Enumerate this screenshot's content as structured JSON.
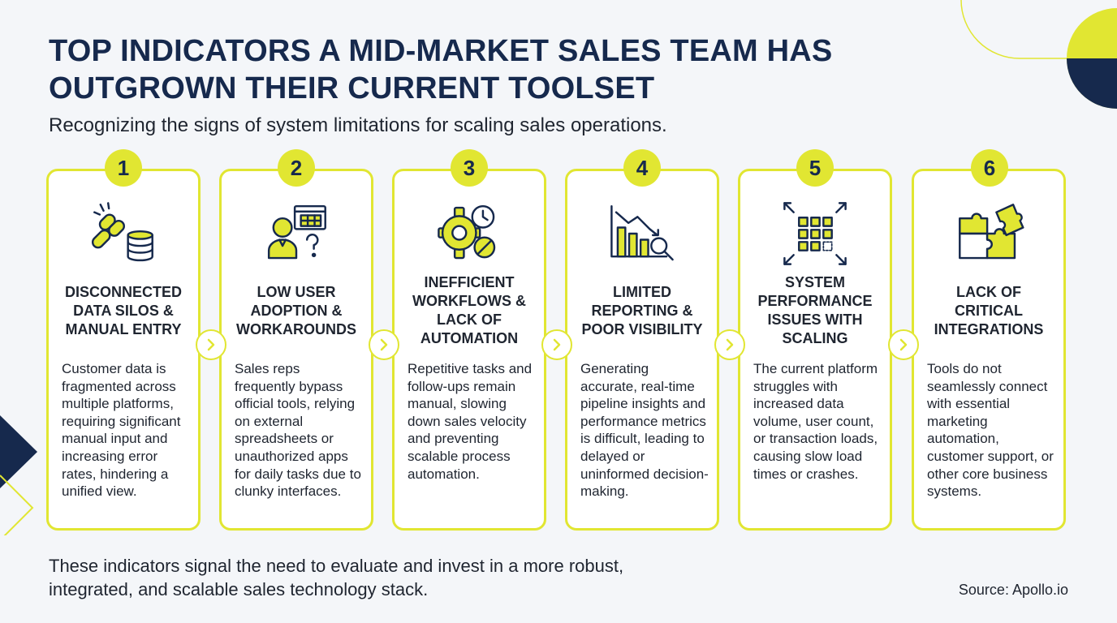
{
  "header": {
    "title_line1": "TOP INDICATORS A MID-MARKET SALES TEAM HAS",
    "title_line2": "OUTGROWN THEIR CURRENT TOOLSET",
    "subtitle": "Recognizing the signs of system limitations for scaling sales operations."
  },
  "cards": [
    {
      "number": "1",
      "icon": "broken-link-database-icon",
      "title": "DISCONNECTED DATA SILOS & MANUAL ENTRY",
      "description": "Customer data is fragmented across multiple platforms, requiring significant manual input and increasing error rates, hindering a unified view."
    },
    {
      "number": "2",
      "icon": "user-question-app-icon",
      "title": "LOW USER ADOPTION & WORKAROUNDS",
      "description": "Sales reps frequently bypass official tools, relying on external spreadsheets or unauthorized apps for daily tasks due to clunky interfaces."
    },
    {
      "number": "3",
      "icon": "gear-clock-blocked-icon",
      "title": "INEFFICIENT WORKFLOWS & LACK OF AUTOMATION",
      "description": "Repetitive tasks and follow-ups remain manual, slowing down sales velocity and preventing scalable process automation."
    },
    {
      "number": "4",
      "icon": "declining-chart-magnifier-icon",
      "title": "LIMITED REPORTING & POOR VISIBILITY",
      "description": "Generating accurate, real-time pipeline insights and performance metrics is difficult, leading to delayed or uninformed decision-making."
    },
    {
      "number": "5",
      "icon": "grid-expand-icon",
      "title": "SYSTEM PERFORMANCE ISSUES WITH SCALING",
      "description": "The current platform struggles with increased data volume, user count, or transaction loads, causing slow load times or crashes."
    },
    {
      "number": "6",
      "icon": "puzzle-missing-piece-icon",
      "title": "LACK OF CRITICAL INTEGRATIONS",
      "description": "Tools do not seamlessly connect with essential marketing automation, customer support, or other core business systems."
    }
  ],
  "footer": {
    "line1": "These indicators signal the need to evaluate and invest in a more robust,",
    "line2": "integrated, and scalable sales technology stack.",
    "source": "Source: Apollo.io"
  },
  "colors": {
    "accent": "#e1e632",
    "navy": "#16294d",
    "background": "#f4f6f9",
    "text": "#1f2530"
  }
}
